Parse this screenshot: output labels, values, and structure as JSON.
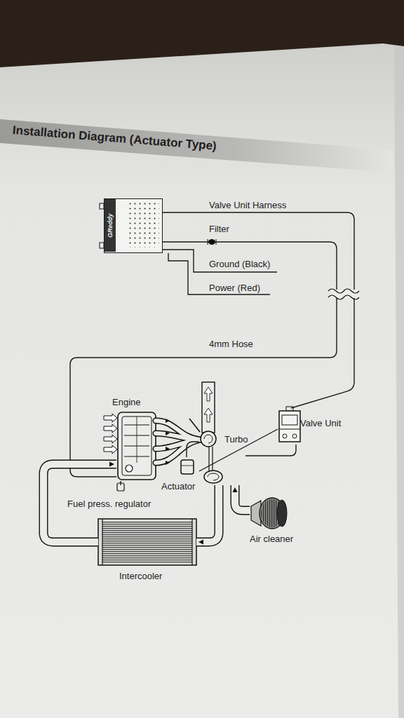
{
  "diagram": {
    "title": "Installation Diagram (Actuator Type)",
    "nodes": [
      {
        "text": [
          "GReddy"
        ]
      },
      {
        "text": [
          "Valve Unit"
        ]
      },
      {
        "text": [
          "Engine"
        ]
      },
      {
        "text": [
          "Turbo"
        ]
      },
      {
        "text": [
          "Actuator"
        ]
      },
      {
        "text": [
          "Fuel press. regulator"
        ]
      },
      {
        "text": [
          "Air cleaner"
        ]
      },
      {
        "text": [
          "Intercooler"
        ]
      }
    ],
    "edges": [
      {
        "from": 0,
        "to": 1,
        "arrow": "none",
        "label": "Valve Unit Harness"
      },
      {
        "from": 0,
        "to": 2,
        "arrow": "none",
        "label": "4mm Hose"
      },
      {
        "from": 1,
        "to": 4,
        "arrow": "none"
      },
      {
        "from": 1,
        "to": 3,
        "arrow": "none"
      },
      {
        "from": 4,
        "to": 3,
        "arrow": "none"
      },
      {
        "from": 5,
        "to": 2,
        "arrow": "none"
      },
      {
        "from": 6,
        "to": 3,
        "arrow": "to"
      },
      {
        "from": 3,
        "to": 7,
        "arrow": "to"
      },
      {
        "from": 7,
        "to": 2,
        "arrow": "to"
      }
    ],
    "labels": [
      "Filter",
      "Ground (Black)",
      "Power (Red)"
    ]
  }
}
